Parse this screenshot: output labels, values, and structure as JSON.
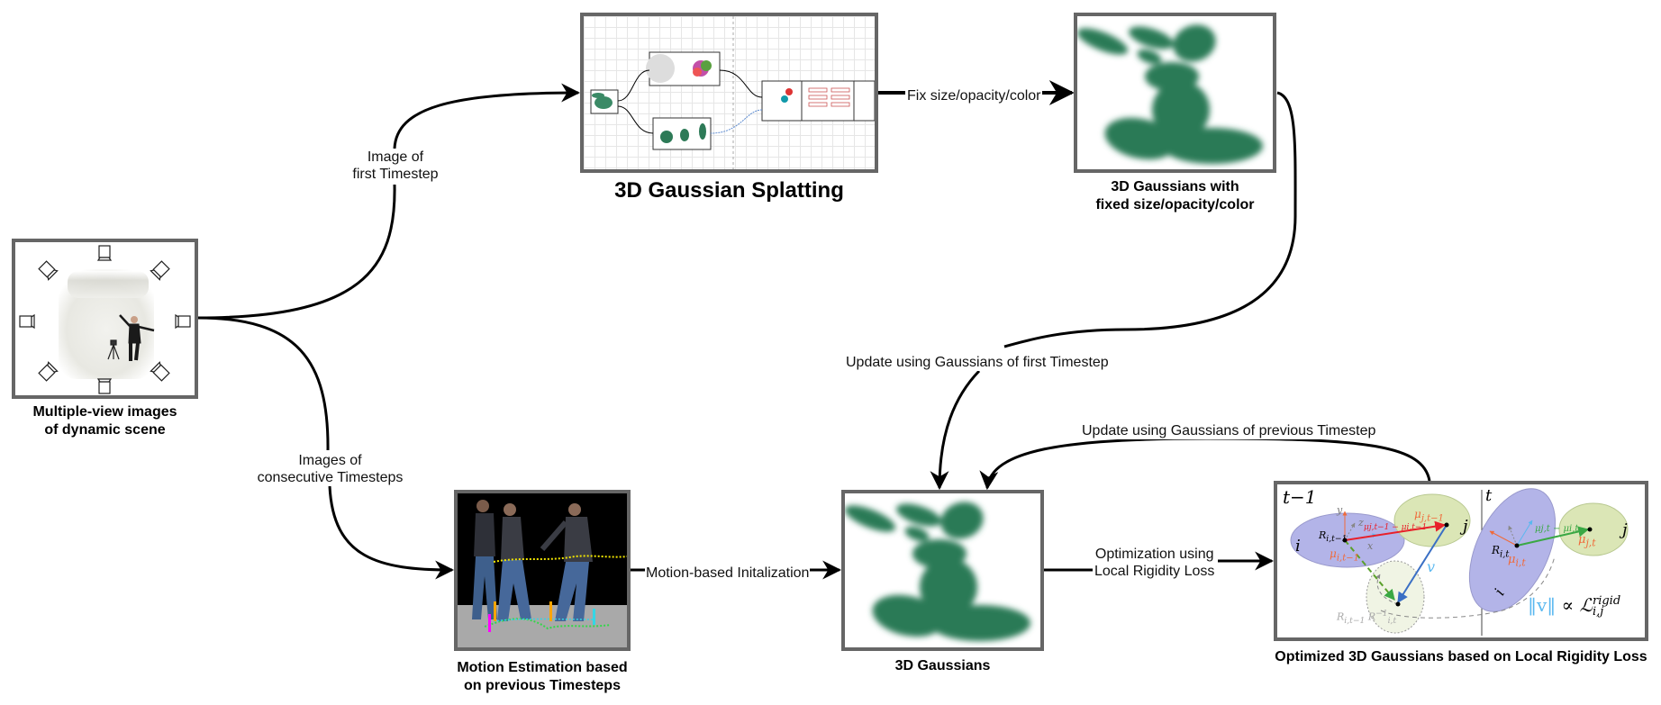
{
  "nodes": {
    "multiview": {
      "caption_line1": "Multiple-view images",
      "caption_line2": "of dynamic scene",
      "icon": "camera-rig-icon"
    },
    "gaussian_splatting": {
      "caption": "3D Gaussian Splatting",
      "icon": "pipeline-thumbnail"
    },
    "fixed_gaussians": {
      "caption_line1": "3D Gaussians with",
      "caption_line2": "fixed size/opacity/color",
      "icon": "gaussian-bunny-icon"
    },
    "motion_estimation": {
      "caption_line1": "Motion Estimation based",
      "caption_line2": "on previous Timesteps",
      "icon": "walking-person-icon"
    },
    "gaussians": {
      "caption": "3D Gaussians",
      "icon": "gaussian-bunny-icon"
    },
    "optimized": {
      "caption": "Optimized 3D Gaussians based on Local Rigidity Loss",
      "figure": {
        "left_panel_label": "t−1",
        "right_panel_label": "t",
        "gaussian_i": "i",
        "gaussian_j": "j",
        "rot_i_prev": "R",
        "rot_i_prev_sub": "i,t−1",
        "mu_i_prev": "μ",
        "mu_i_prev_sub": "i,t−1",
        "mu_j_prev": "μ",
        "mu_j_prev_sub": "j,t−1",
        "diff_prev": "μj,t−1 − μi,t−1",
        "axis_x": "x",
        "axis_y": "y",
        "axis_z": "z",
        "v": "v",
        "rot_combo": "R",
        "rot_combo_sub": "i,t−1",
        "rot_combo_2": "R",
        "rot_combo_2_sub": "i,t",
        "rot_combo_2_sup": "−1",
        "rot_i_t": "R",
        "rot_i_t_sub": "i,t",
        "mu_i_t": "μ",
        "mu_i_t_sub": "i,t",
        "mu_j_t": "μ",
        "mu_j_t_sub": "j,t",
        "diff_t": "μj,t − μi,t",
        "loss_norm": "‖v‖",
        "loss_prop": "∝",
        "loss_symbol": "ℒ",
        "loss_sup": "rigid",
        "loss_sub": "i,j"
      }
    }
  },
  "edges": {
    "image_first": {
      "line1": "Image of",
      "line2": "first Timestep"
    },
    "images_consecutive": {
      "line1": "Images of",
      "line2": "consecutive Timesteps"
    },
    "fix": {
      "label": "Fix size/opacity/color"
    },
    "update_first": {
      "label": "Update using Gaussians of first Timestep"
    },
    "update_previous": {
      "label": "Update using Gaussians of previous Timestep"
    },
    "motion_init": {
      "label": "Motion-based Initalization"
    },
    "optimization": {
      "line1": "Optimization using",
      "line2": "Local Rigidity Loss"
    }
  },
  "colors": {
    "frame": "#666666",
    "gaussian_green": "#2a7a56",
    "ellipse_purple": "#b3b4e8",
    "ellipse_green": "#dbe6b6",
    "arrow_red": "#e8202a",
    "arrow_blue": "#3a6fc4",
    "arrow_green": "#3aa844",
    "label_orange": "#f06a3a",
    "cyan": "#5ab8f0"
  }
}
